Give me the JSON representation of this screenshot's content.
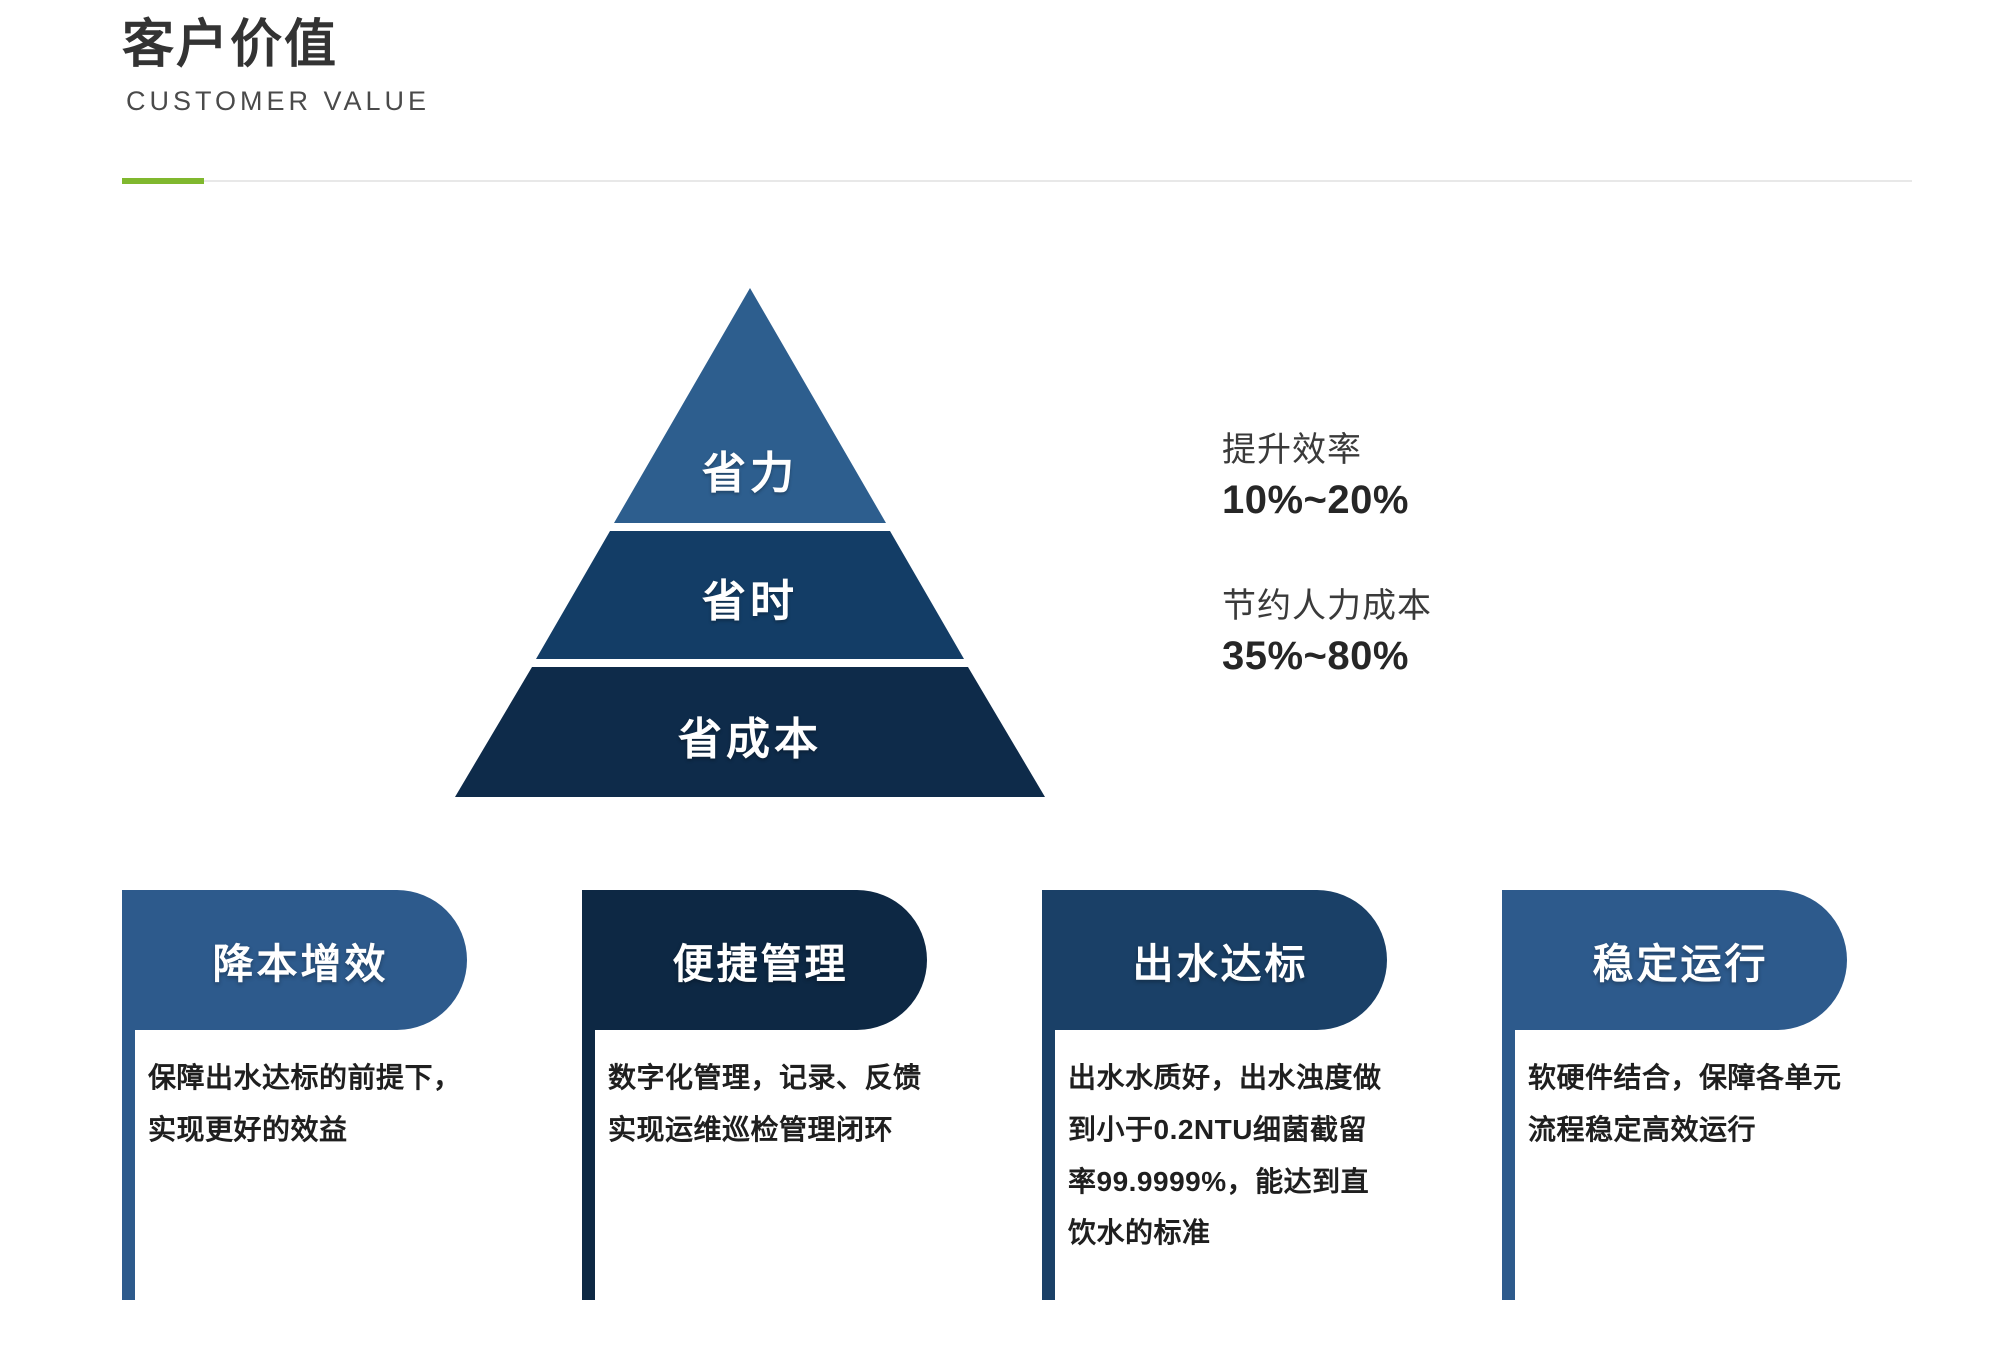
{
  "header": {
    "title_cn": "客户价值",
    "title_en": "CUSTOMER VALUE",
    "accent_color": "#80b82e",
    "rule_color": "#e8e8e8"
  },
  "pyramid": {
    "tiers": [
      {
        "label": "省力",
        "color": "#2D5E8E"
      },
      {
        "label": "省时",
        "color": "#133D66"
      },
      {
        "label": "省成本",
        "color": "#0E2B4A"
      }
    ]
  },
  "stats": [
    {
      "label": "提升效率",
      "value": "10%~20%"
    },
    {
      "label": "节约人力成本",
      "value": "35%~80%"
    }
  ],
  "cards": [
    {
      "title": "降本增效",
      "body": "保障出水达标的前提下，实现更好的效益",
      "color": "#2D5A8C"
    },
    {
      "title": "便捷管理",
      "body": "数字化管理，记录、反馈实现运维巡检管理闭环",
      "color": "#0D2844"
    },
    {
      "title": "出水达标",
      "body": "出水水质好，出水浊度做到小于0.2NTU细菌截留率99.9999%，能达到直饮水的标准",
      "color": "#1A4067"
    },
    {
      "title": "稳定运行",
      "body": "软硬件结合，保障各单元流程稳定高效运行",
      "color": "#2D5A8C"
    }
  ]
}
